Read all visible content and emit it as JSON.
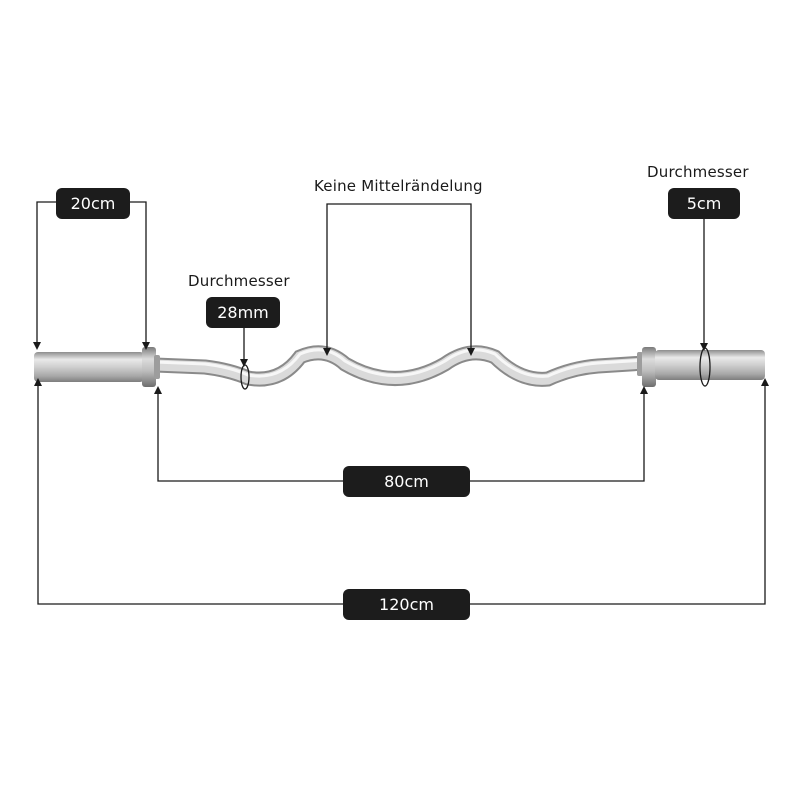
{
  "labels": {
    "no_center_knurl": "Keine Mittelrändelung",
    "diameter_left": "Durchmesser",
    "diameter_right": "Durchmesser"
  },
  "measures": {
    "sleeve_length": "20cm",
    "grip_diameter": "28mm",
    "sleeve_diameter": "5cm",
    "inner_length": "80cm",
    "total_length": "120cm"
  },
  "colors": {
    "pill_background": "#1c1c1c",
    "pill_text": "#ffffff",
    "line": "#1a1a1a",
    "steel_light": "#f2f2f2",
    "steel_dark": "#9a9a9a"
  }
}
